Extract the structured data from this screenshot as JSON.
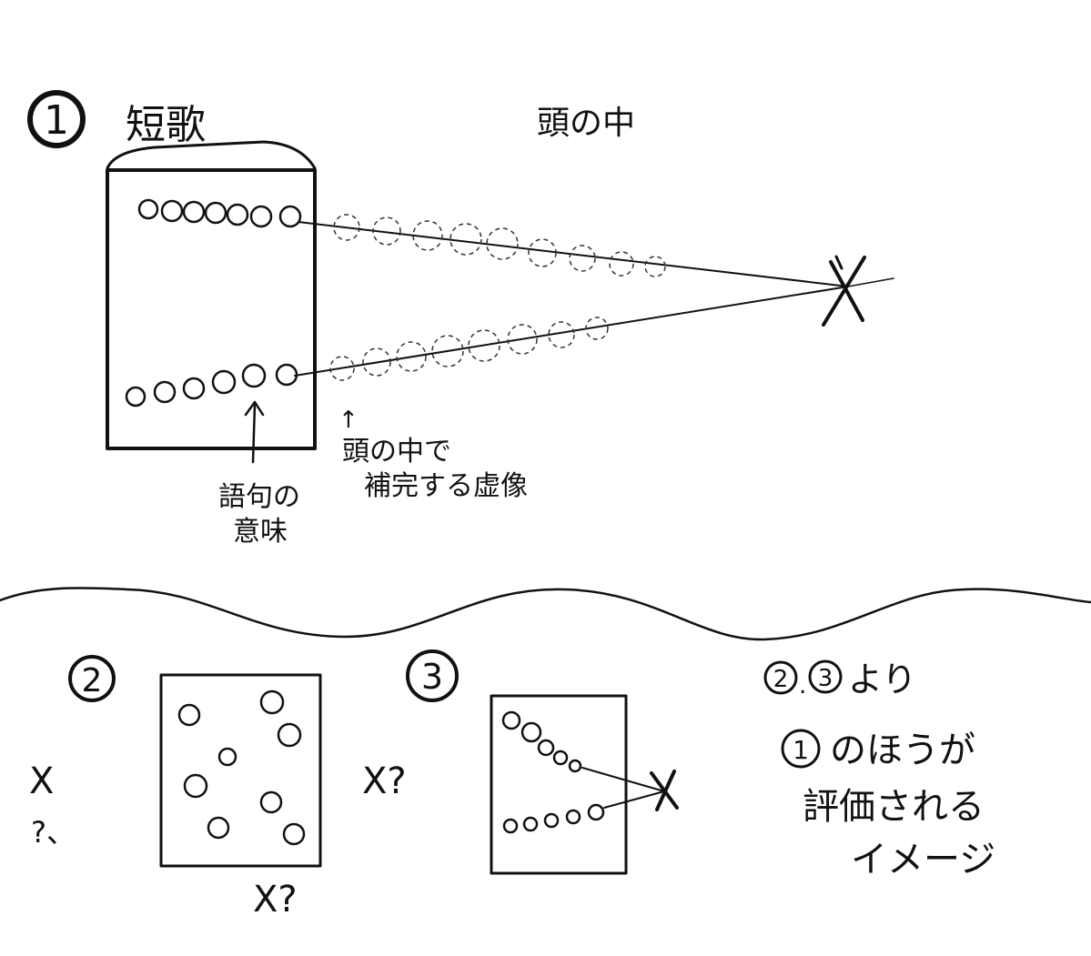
{
  "diagram": {
    "panel1": {
      "number": "1",
      "label_tanka": "短歌",
      "label_head": "頭の中",
      "note_meaning_line1": "語句の",
      "note_meaning_line2": "意味",
      "note_image_line1": "頭の中で",
      "note_image_line2": "補完する虚像",
      "arrow_glyph": "↑",
      "focus_mark": "X"
    },
    "panel2": {
      "number": "2",
      "mark_left": "X",
      "question_left": "?、",
      "mark_right": "X?",
      "mark_bottom": "X?"
    },
    "panel3": {
      "number": "3",
      "focus_mark": "X"
    },
    "conclusion": {
      "ref_2": "2",
      "sep": ".",
      "ref_3": "3",
      "line1_text": "より",
      "ref_1": "1",
      "line2_text": "のほうが",
      "line3": "評価される",
      "line4": "イメージ"
    }
  }
}
